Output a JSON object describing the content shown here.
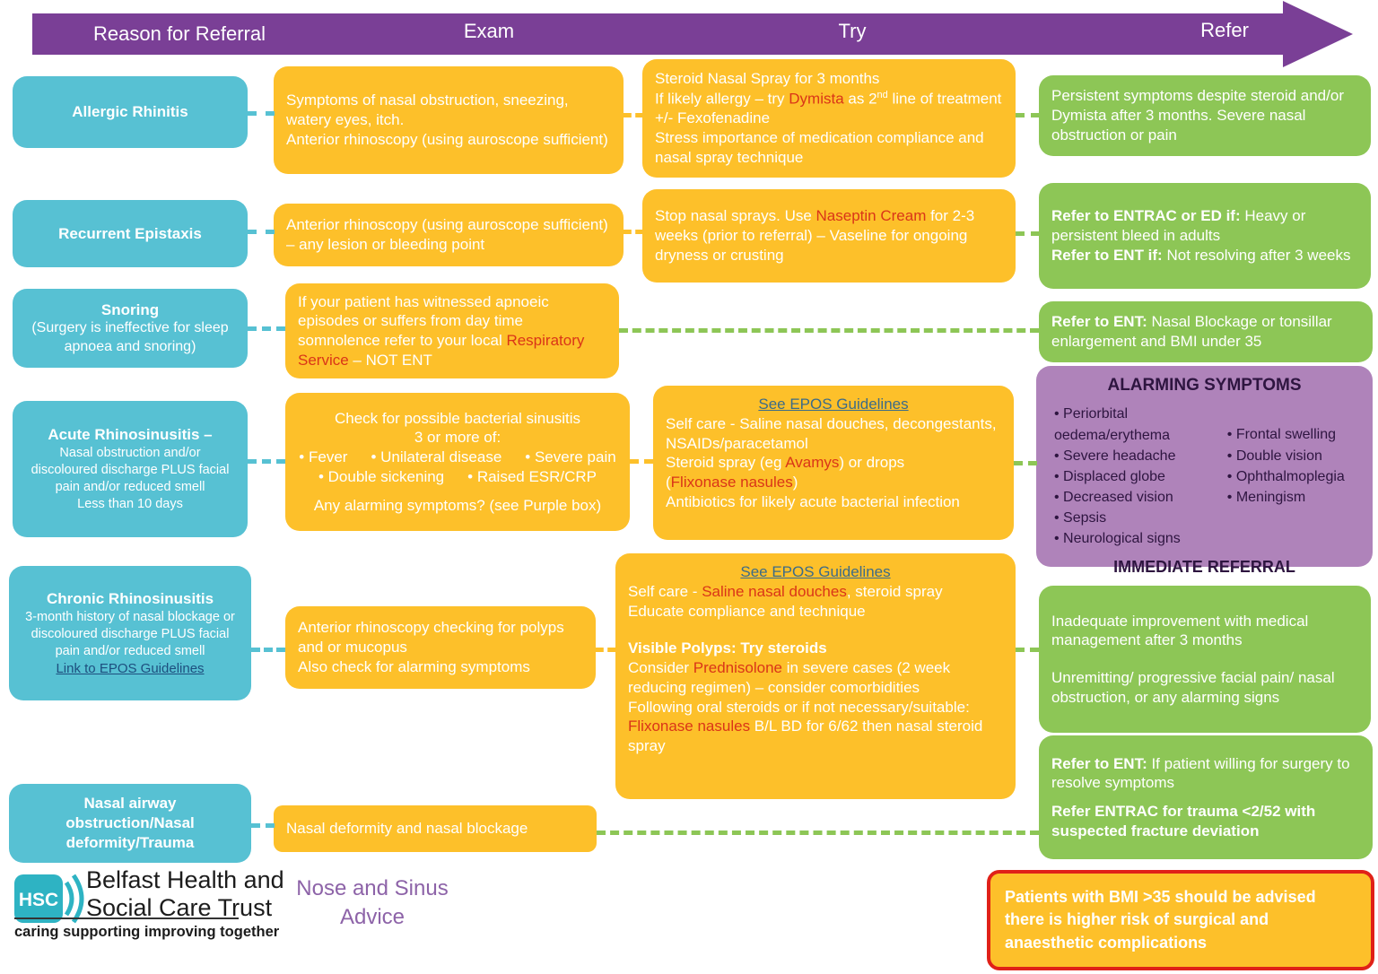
{
  "header": {
    "col_reason": "Reason for Referral",
    "col_exam": "Exam",
    "col_try": "Try",
    "col_refer": "Refer"
  },
  "reasons": {
    "allergic_title": "Allergic Rhinitis",
    "epistaxis_title": "Recurrent Epistaxis",
    "snoring_title": "Snoring",
    "snoring_sub": "(Surgery is ineffective for sleep apnoea and snoring)",
    "acute_title": "Acute Rhinosinusitis –",
    "acute_sub1": "Nasal obstruction and/or discoloured discharge PLUS facial pain and/or reduced smell",
    "acute_sub2": "Less than 10 days",
    "chronic_title": "Chronic Rhinosinusitis",
    "chronic_sub": "3-month history of nasal blockage or discoloured discharge PLUS facial pain and/or reduced smell",
    "chronic_link": "Link to EPOS Guidelines",
    "nasal_title": "Nasal airway obstruction/Nasal deformity/Trauma"
  },
  "exam": {
    "allergic_l1": "Symptoms of nasal obstruction, sneezing, watery eyes, itch.",
    "allergic_l2": "Anterior rhinoscopy (using auroscope sufficient)",
    "epistaxis": "Anterior rhinoscopy (using auroscope sufficient) – any lesion or bleeding point",
    "snoring_pre": "If your patient has witnessed apnoeic episodes or suffers from day time somnolence refer to your local ",
    "snoring_red": "Respiratory Service",
    "snoring_post": " – NOT ENT",
    "acute_l1": "Check for possible bacterial sinusitis",
    "acute_l2": "3 or more of:",
    "acute_b1": "Fever",
    "acute_b2": "Unilateral disease",
    "acute_b3": "Severe pain",
    "acute_b4": "Double sickening",
    "acute_b5": "Raised ESR/CRP",
    "acute_l3": "Any alarming symptoms? (see Purple box)",
    "chronic_l1": "Anterior rhinoscopy checking for polyps and or mucopus",
    "chronic_l2": "Also check for alarming symptoms",
    "nasal": "Nasal deformity and nasal blockage"
  },
  "try": {
    "allergic_l1": "Steroid Nasal Spray for 3 months",
    "allergic_l2_pre": "If likely allergy – try ",
    "allergic_l2_red": "Dymista",
    "allergic_l2_mid": " as 2",
    "allergic_l2_sup": "nd",
    "allergic_l2_post": " line of treatment +/- Fexofenadine",
    "allergic_l3": "Stress importance of medication compliance and nasal spray technique",
    "epistaxis_pre": "Stop nasal sprays. Use ",
    "epistaxis_red": "Naseptin Cream",
    "epistaxis_post": " for 2-3 weeks (prior to referral) – Vaseline for ongoing dryness or crusting",
    "acute_link": "See EPOS Guidelines",
    "acute_l1": "Self care - Saline nasal douches, decongestants, NSAIDs/paracetamol",
    "acute_l2_pre": "Steroid spray (eg ",
    "acute_l2_red": "Avamys",
    "acute_l2_post": ") or drops",
    "acute_l3_open": "(",
    "acute_l3_red": "Flixonase nasules",
    "acute_l3_close": ")",
    "acute_l4": "Antibiotics for likely acute bacterial infection",
    "chronic_link": "See EPOS Guidelines",
    "chronic_l1_pre": "Self care - ",
    "chronic_l1_red": "Saline nasal douches",
    "chronic_l1_post": ", steroid spray",
    "chronic_l2": "Educate compliance and technique",
    "chronic_h": "Visible Polyps: Try steroids",
    "chronic_l3_pre": "Consider ",
    "chronic_l3_red": "Prednisolone",
    "chronic_l3_post": " in severe cases (2 week reducing regimen) – consider comorbidities",
    "chronic_l4": "Following oral steroids or if not necessary/suitable:",
    "chronic_l5_red": "Flixonase nasules",
    "chronic_l5_post": " B/L BD for 6/62 then nasal steroid spray"
  },
  "refer": {
    "allergic": "Persistent symptoms despite steroid and/or Dymista after 3 months. Severe nasal obstruction or pain",
    "epistaxis_b1": "Refer to ENTRAC or ED if:",
    "epistaxis_t1": " Heavy or persistent bleed in adults",
    "epistaxis_b2": "Refer to ENT if:",
    "epistaxis_t2": " Not resolving after 3 weeks",
    "snoring_b": "Refer to ENT:",
    "snoring_t": " Nasal Blockage or tonsillar enlargement and BMI under 35",
    "chronic_l1": "Inadequate improvement with medical management after 3 months",
    "chronic_l2": "Unremitting/ progressive facial pain/ nasal obstruction, or any alarming signs",
    "ent_b": "Refer to ENT:",
    "ent_t": " If patient willing for surgery to resolve symptoms",
    "entrac": "Refer ENTRAC for trauma <2/52 with suspected fracture deviation"
  },
  "alarming": {
    "title": "ALARMING SYMPTOMS",
    "left": [
      "Periorbital oedema/erythema",
      "Severe headache",
      "Displaced globe",
      "Decreased vision",
      "Sepsis",
      "Neurological signs"
    ],
    "right": [
      "Frontal swelling",
      "Double vision",
      "Ophthalmoplegia",
      "Meningism"
    ],
    "footer": "IMMEDIATE REFERRAL"
  },
  "footer": {
    "logo_text": "HSC",
    "org_line1": "Belfast Health and",
    "org_line2": "Social Care Trust",
    "tagline": "caring supporting improving together",
    "doc_title_line1": "Nose and Sinus",
    "doc_title_line2": "Advice",
    "bmi_warning": "Patients with BMI >35 should be advised there is higher risk of surgical and anaesthetic complications"
  },
  "colors": {
    "header_purple": "#7a3f96",
    "reason_teal": "#57c1d3",
    "action_orange": "#fdc02a",
    "refer_green": "#8dc656",
    "alarming_purple": "#af83ba",
    "highlight_red": "#da3518",
    "warning_border_red": "#e02118",
    "logo_teal": "#2eb3c3",
    "title_purple": "#8d63a8"
  }
}
